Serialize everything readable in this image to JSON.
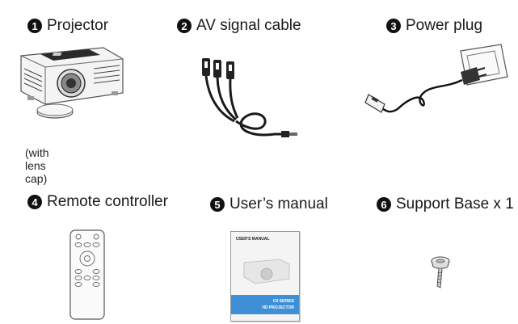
{
  "items": [
    {
      "number": "1",
      "label": "Projector",
      "icon": "projector-icon"
    },
    {
      "number": "2",
      "label": "AV signal cable",
      "icon": "av-cable-icon"
    },
    {
      "number": "3",
      "label": "Power plug",
      "icon": "power-plug-icon"
    },
    {
      "number": "4",
      "label": "Remote controller",
      "icon": "remote-icon"
    },
    {
      "number": "5",
      "label": "User’s manual",
      "icon": "manual-icon"
    },
    {
      "number": "6",
      "label": "Support Base x 1",
      "icon": "support-base-icon"
    }
  ],
  "projector_note": "(with lens cap)",
  "manual": {
    "cover_title": "USER'S MANUAL",
    "series": "C9 SERIES",
    "product": "HD PROJECTOR"
  },
  "colors": {
    "text": "#1a1a1a",
    "number_badge": "#111111",
    "manual_band": "#3f8fd6"
  }
}
